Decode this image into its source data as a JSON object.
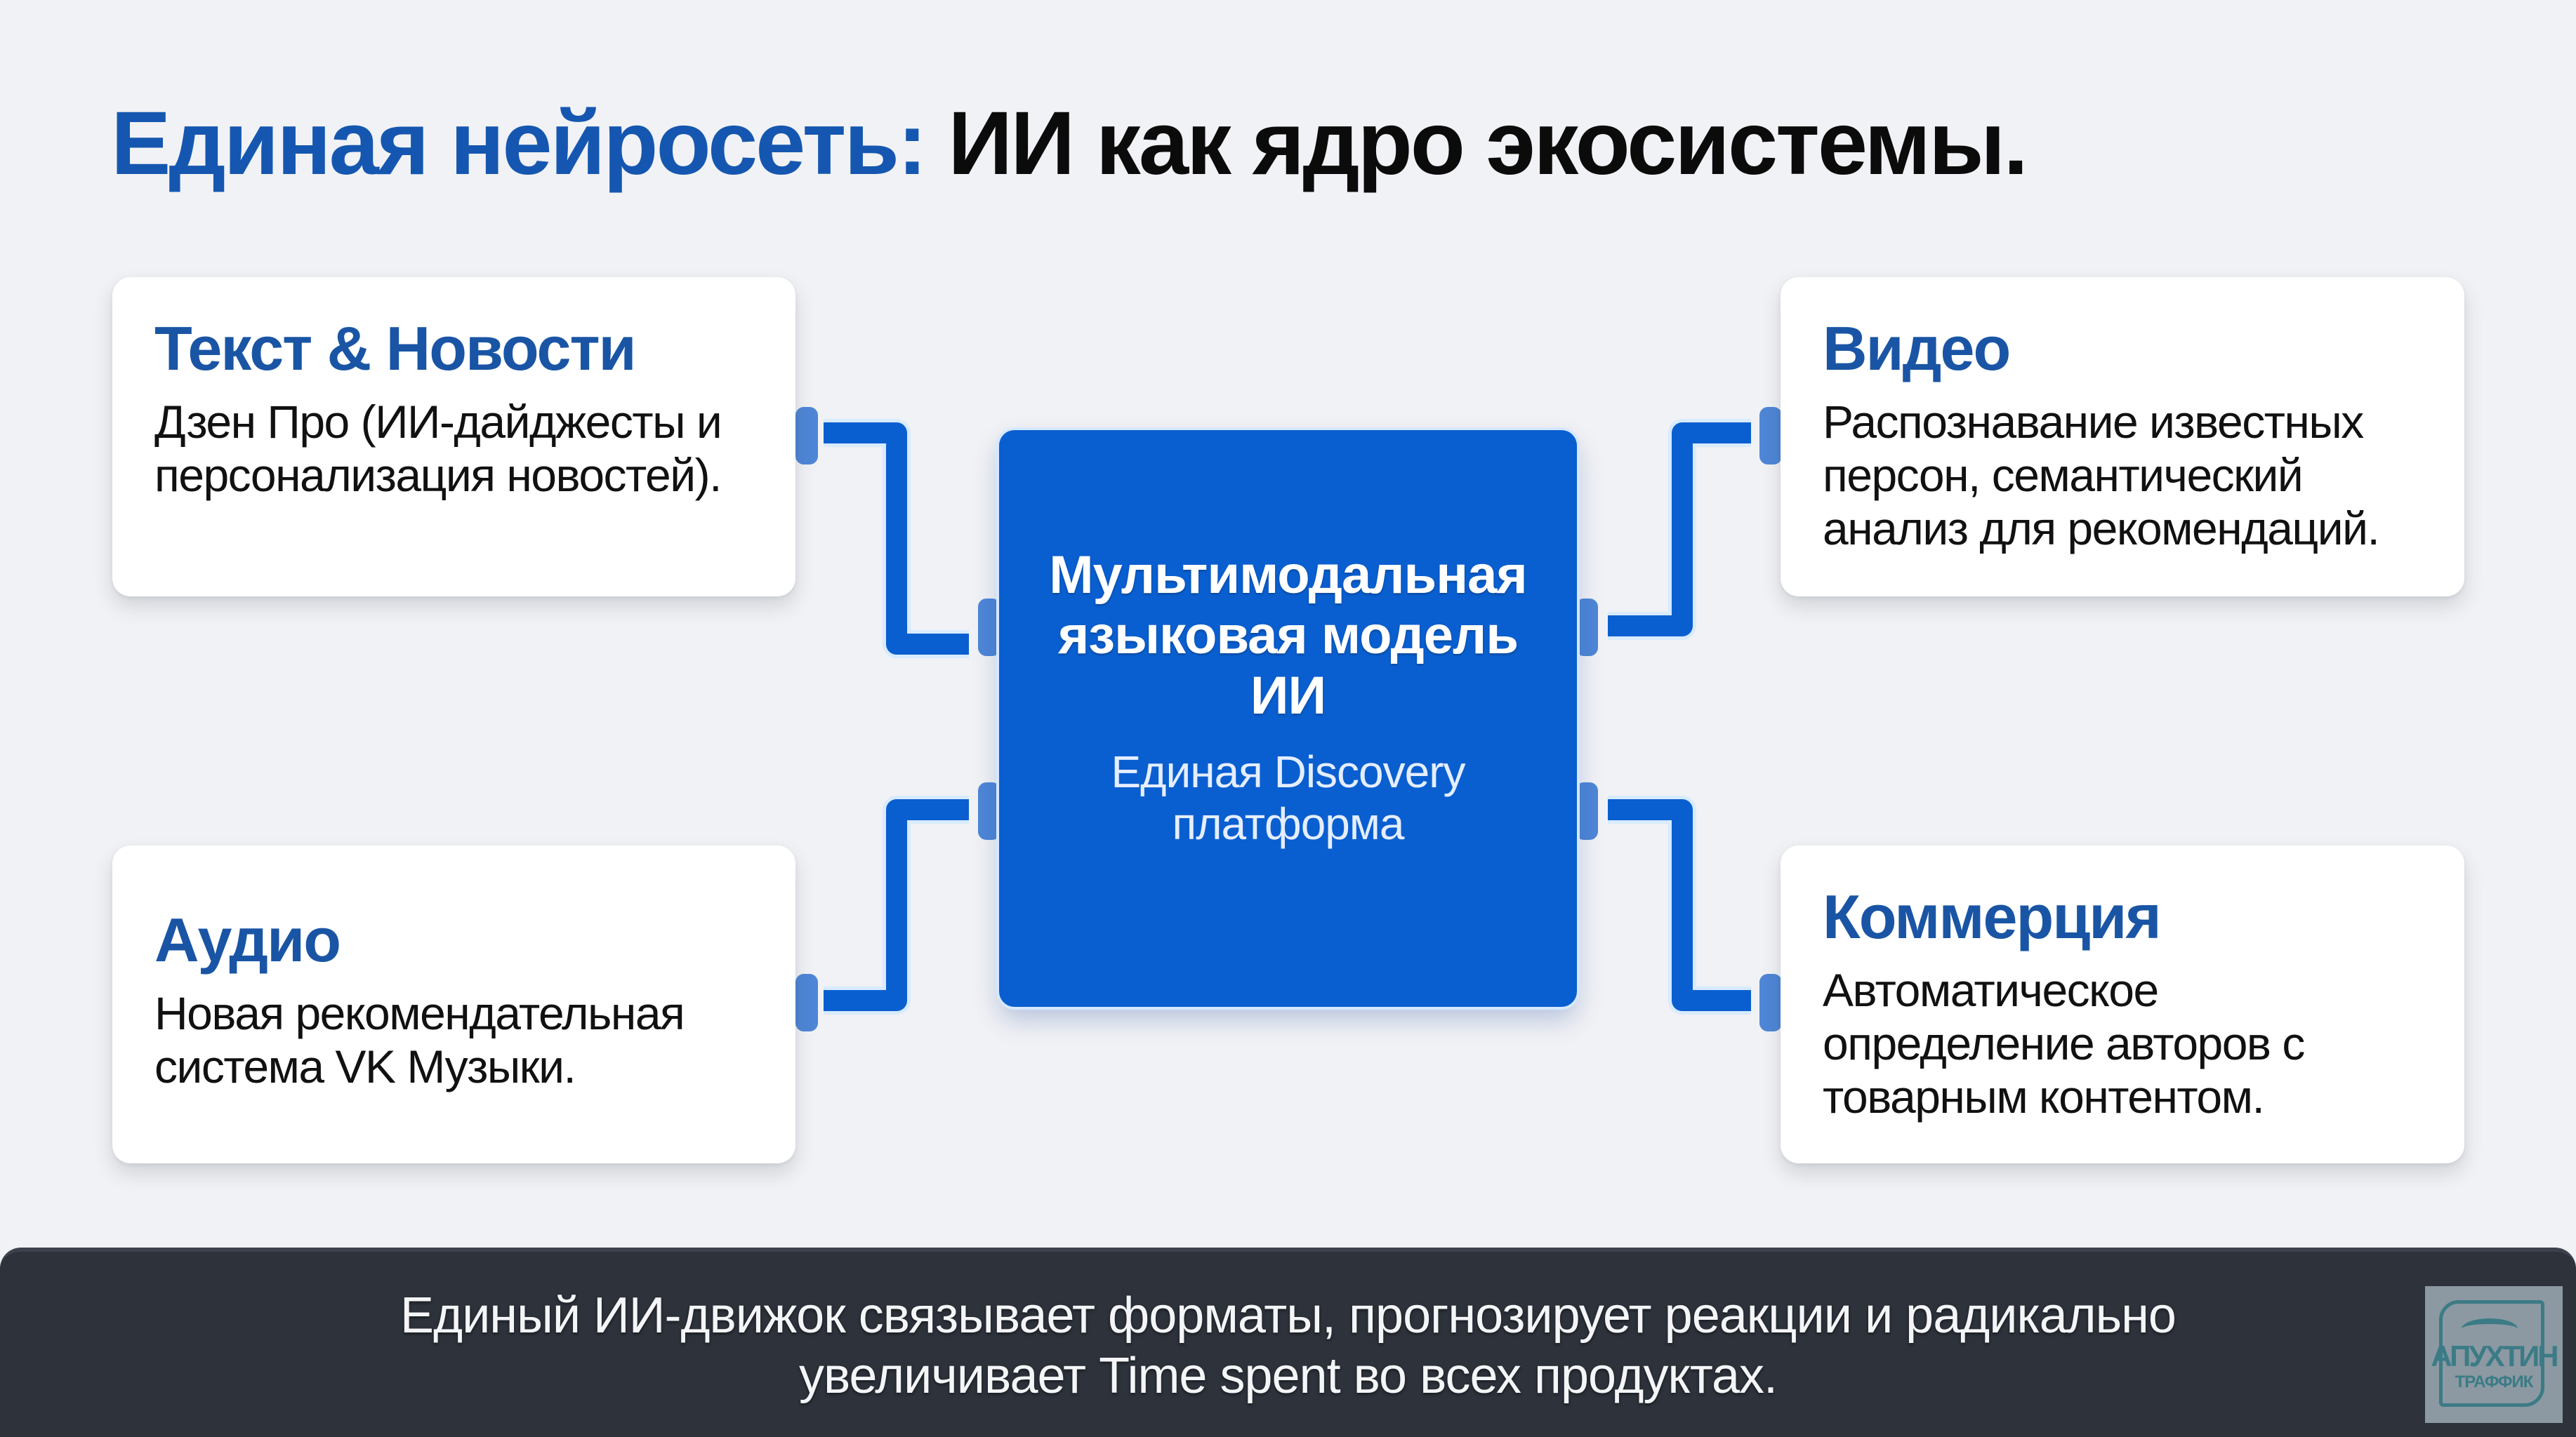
{
  "title": {
    "accent": "Единая нейросеть:",
    "rest": "ИИ как ядро экосистемы."
  },
  "center": {
    "title": "Мультимодальная языковая модель ИИ",
    "subtitle": "Единая Discovery платформа"
  },
  "cards": [
    {
      "id": "text",
      "title": "Текст & Новости",
      "body": "Дзен Про (ИИ-дайджесты и персонализация новостей)."
    },
    {
      "id": "video",
      "title": "Видео",
      "body": "Распознавание известных персон, семантический анализ для рекомендаций."
    },
    {
      "id": "audio",
      "title": "Аудио",
      "body": "Новая рекомендательная система VK Музыки."
    },
    {
      "id": "commerce",
      "title": "Коммерция",
      "body": "Автоматическое определение авторов с товарным контентом."
    }
  ],
  "footer": {
    "caption": "Единый ИИ-движок связывает форматы, прогнозирует реакции и радикально увеличивает Time spent во всех продуктах."
  },
  "logo": {
    "line1": "АПУХТИН",
    "line2": "ТРАФФИК"
  },
  "colors": {
    "accent": "#1557b0",
    "center_box": "#0a5fd0",
    "connector": "#0a5fd0",
    "connector_tab": "#4f86d6",
    "background": "#f1f2f5",
    "footer_bg": "#2d323b",
    "logo_bg": "#8c99a2",
    "logo_fg": "#3b7b86"
  }
}
